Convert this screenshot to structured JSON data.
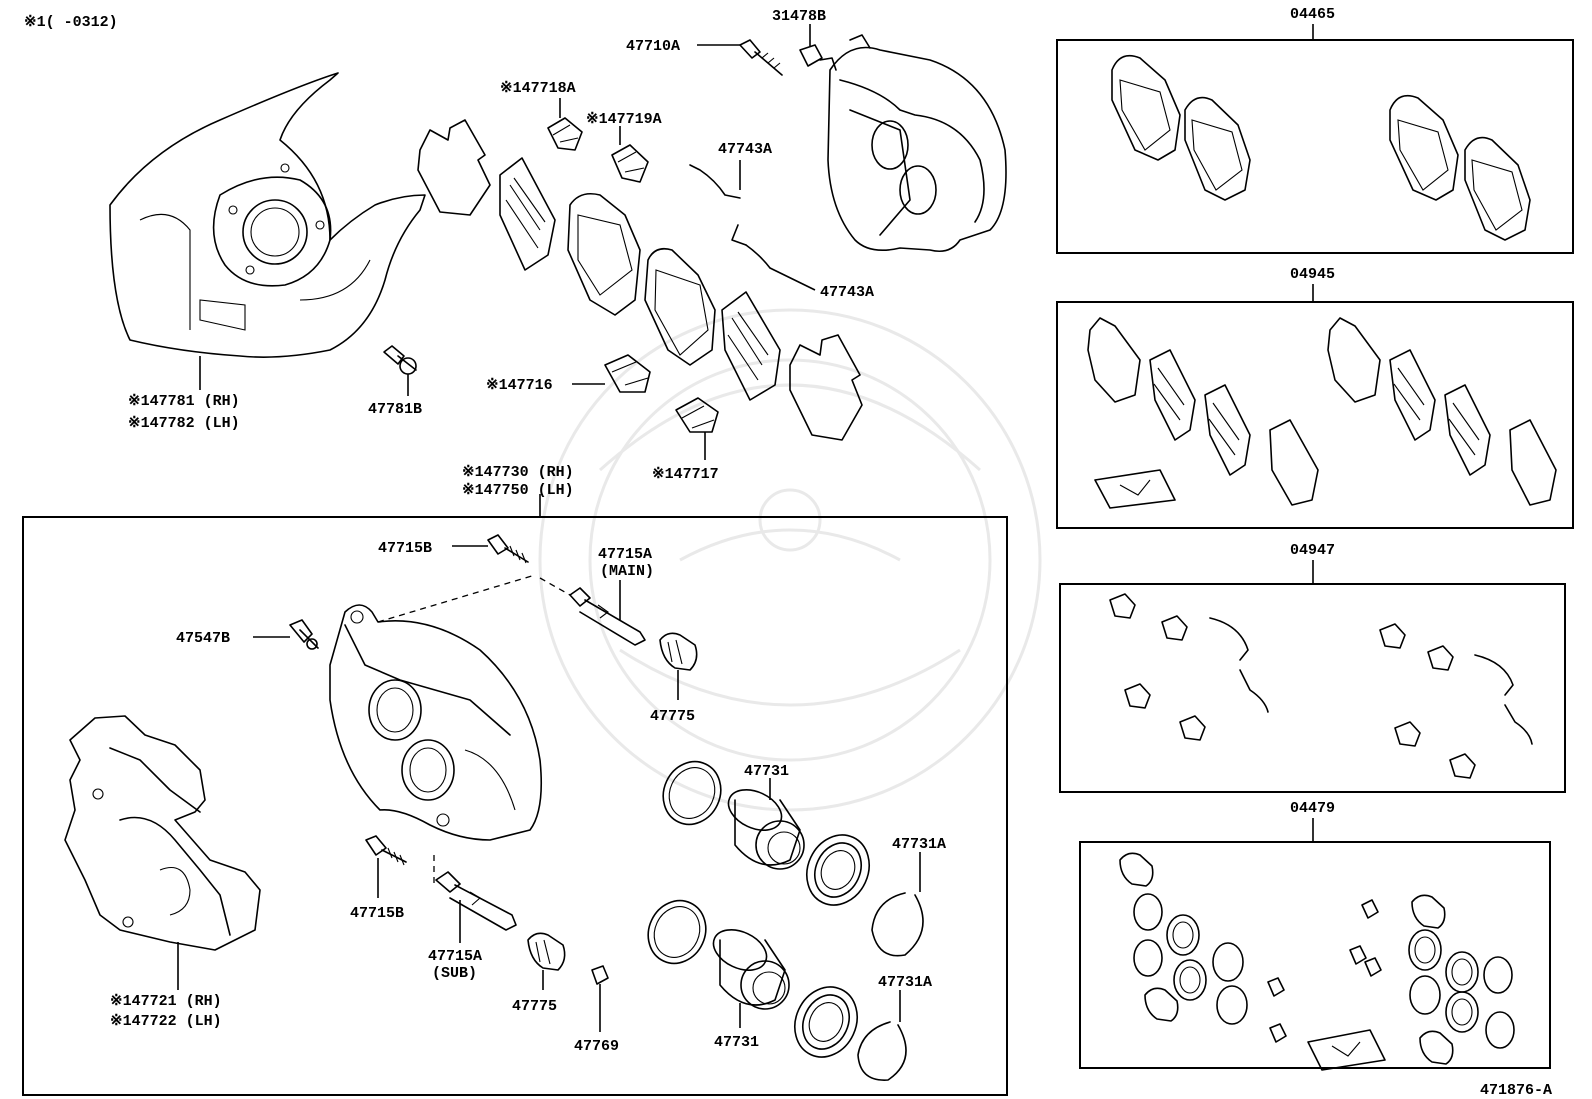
{
  "note": "※1(      -0312)",
  "diagram_code": "471876-A",
  "labels": {
    "p47710A": "47710A",
    "p31478B": "31478B",
    "p47718A": "※147718A",
    "p47719A": "※147719A",
    "p47743A_top": "47743A",
    "p47743A_bottom": "47743A",
    "p47716": "※147716",
    "p47717": "※147717",
    "p47781_rh": "※147781 (RH)",
    "p47782_lh": "※147782 (LH)",
    "p47781B": "47781B",
    "p47730_rh": "※147730 (RH)",
    "p47750_lh": "※147750 (LH)",
    "p47715B_top": "47715B",
    "p47715A_main": "47715A",
    "p47715A_main_sub": "(MAIN)",
    "p47547B": "47547B",
    "p47775_top": "47775",
    "p47731_top": "47731",
    "p47731A_top": "47731A",
    "p47715B_bottom": "47715B",
    "p47715A_sub": "47715A",
    "p47715A_sub_sub": "(SUB)",
    "p47775_bottom": "47775",
    "p47769": "47769",
    "p47731_bottom": "47731",
    "p47731A_bottom": "47731A",
    "p47721_rh": "※147721 (RH)",
    "p47722_lh": "※147722 (LH)"
  },
  "kits": [
    {
      "code": "04465"
    },
    {
      "code": "04945"
    },
    {
      "code": "04947"
    },
    {
      "code": "04479"
    }
  ]
}
